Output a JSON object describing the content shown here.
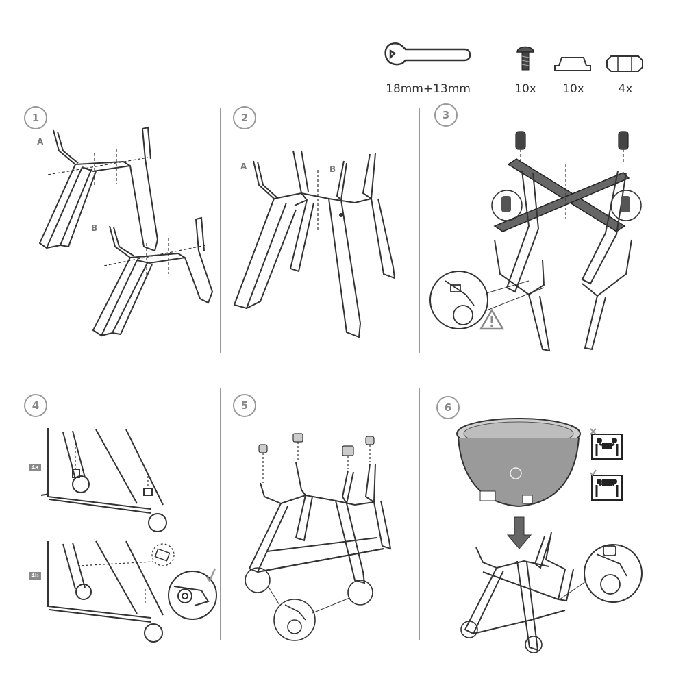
{
  "tools": {
    "wrench_label": "18mm+13mm",
    "parts": [
      {
        "name": "bolt",
        "qty": "10x"
      },
      {
        "name": "washer",
        "qty": "10x"
      },
      {
        "name": "nut",
        "qty": "4x"
      }
    ]
  },
  "steps": [
    {
      "number": "1",
      "labels": [
        "A",
        "B"
      ]
    },
    {
      "number": "2",
      "labels": [
        "A",
        "B"
      ]
    },
    {
      "number": "3"
    },
    {
      "number": "4",
      "labels": [
        "4a",
        "4b"
      ]
    },
    {
      "number": "5"
    },
    {
      "number": "6"
    }
  ],
  "colors": {
    "line": "#333333",
    "divider": "#999999",
    "grill": "#9a9a9a",
    "arrow": "#666666"
  }
}
